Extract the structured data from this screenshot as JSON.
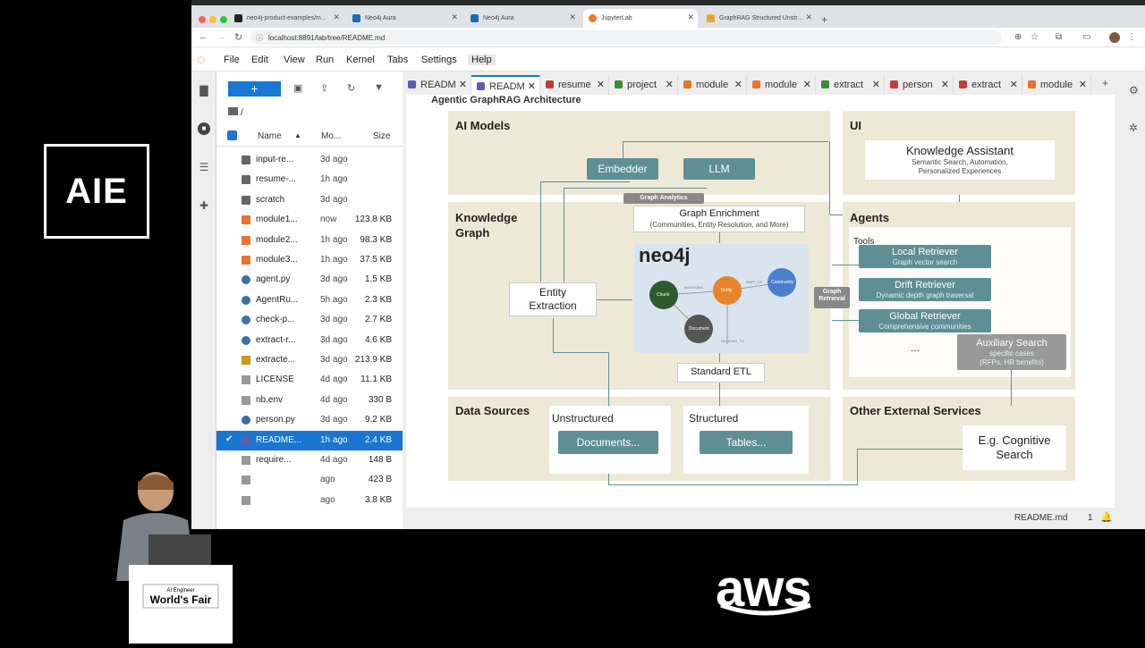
{
  "logo": {
    "text": "AIE"
  },
  "aws": {
    "text": "aws"
  },
  "podium": {
    "line1": "AI Engineer",
    "line2": "World's Fair"
  },
  "browser": {
    "tabs": [
      {
        "label": "neo4j-product-examples/m..."
      },
      {
        "label": "Neo4j Aura"
      },
      {
        "label": "Neo4j Aura"
      },
      {
        "label": "JupyterLab"
      },
      {
        "label": "GraphRAG Structured Unstr..."
      }
    ],
    "url": "localhost:8891/lab/tree/README.md"
  },
  "jupyter": {
    "menu": [
      "File",
      "Edit",
      "View",
      "Run",
      "Kernel",
      "Tabs",
      "Settings",
      "Help"
    ],
    "crumb": "/",
    "columns": {
      "name": "Name",
      "modified": "Mo...",
      "size": "Size"
    },
    "files": [
      {
        "name": "input-re...",
        "modified": "3d ago",
        "size": "",
        "type": "folder"
      },
      {
        "name": "resume-...",
        "modified": "1h ago",
        "size": "",
        "type": "folder"
      },
      {
        "name": "scratch",
        "modified": "3d ago",
        "size": "",
        "type": "folder"
      },
      {
        "name": "module1...",
        "modified": "now",
        "size": "123.8 KB",
        "type": "nbk"
      },
      {
        "name": "module2...",
        "modified": "1h ago",
        "size": "98.3 KB",
        "type": "nbk"
      },
      {
        "name": "module3...",
        "modified": "1h ago",
        "size": "37.5 KB",
        "type": "nbk"
      },
      {
        "name": "agent.py",
        "modified": "3d ago",
        "size": "1.5 KB",
        "type": "py"
      },
      {
        "name": "AgentRu...",
        "modified": "5h ago",
        "size": "2.3 KB",
        "type": "py"
      },
      {
        "name": "check-p...",
        "modified": "3d ago",
        "size": "2.7 KB",
        "type": "py"
      },
      {
        "name": "extract-r...",
        "modified": "3d ago",
        "size": "4.6 KB",
        "type": "py"
      },
      {
        "name": "extracte...",
        "modified": "3d ago",
        "size": "213.9 KB",
        "type": "json"
      },
      {
        "name": "LICENSE",
        "modified": "4d ago",
        "size": "11.1 KB",
        "type": "txt"
      },
      {
        "name": "nb.env",
        "modified": "4d ago",
        "size": "330 B",
        "type": "txt"
      },
      {
        "name": "person.py",
        "modified": "3d ago",
        "size": "9.2 KB",
        "type": "py"
      },
      {
        "name": "README...",
        "modified": "1h ago",
        "size": "2.4 KB",
        "type": "md",
        "selected": true
      },
      {
        "name": "require...",
        "modified": "4d ago",
        "size": "148 B",
        "type": "txt"
      },
      {
        "name": "",
        "modified": "ago",
        "size": "423 B",
        "type": "txt"
      },
      {
        "name": "",
        "modified": "ago",
        "size": "3.8 KB",
        "type": "txt"
      }
    ],
    "doc_tabs": [
      {
        "label": "READM",
        "type": "md"
      },
      {
        "label": "READM",
        "type": "md",
        "active": true
      },
      {
        "label": "resume",
        "type": "py"
      },
      {
        "label": "project",
        "type": "json"
      },
      {
        "label": "module",
        "type": "nbk"
      },
      {
        "label": "module",
        "type": "nbk"
      },
      {
        "label": "extract",
        "type": "json"
      },
      {
        "label": "person",
        "type": "py"
      },
      {
        "label": "extract",
        "type": "py"
      },
      {
        "label": "module",
        "type": "nbk"
      }
    ],
    "status": {
      "file": "README.md",
      "count": "1"
    }
  },
  "diagram": {
    "title": "Agentic GraphRAG Architecture",
    "ai_models": {
      "title": "AI Models",
      "embedder": "Embedder",
      "llm": "LLM"
    },
    "ui": {
      "title": "UI",
      "assistant": "Knowledge Assistant",
      "assistant_sub1": "Semantic Search, Automation,",
      "assistant_sub2": "Personalized Experiences"
    },
    "kg": {
      "title_line1": "Knowledge",
      "title_line2": "Graph",
      "graph_analytics": "Graph Analytics",
      "enrichment": "Graph Enrichment",
      "enrichment_sub": "(Communities, Entity Resolution, and More)",
      "entity_extraction_line1": "Entity",
      "entity_extraction_line2": "Extraction",
      "neo4j": "neo4j",
      "node_chunk": "Chunk",
      "node_entity": "Entity",
      "node_community": "Community",
      "node_document": "Document",
      "edge_mentions": "MENTIONS",
      "edge_partof": "PART_OF",
      "edge_relatedto": "RELATED_TO",
      "etl": "Standard ETL"
    },
    "agents": {
      "title": "Agents",
      "tools": "Tools",
      "graph_retrieval_line1": "Graph",
      "graph_retrieval_line2": "Retrieval",
      "local": "Local Retriever",
      "local_sub": "Graph vector search",
      "drift": "Drift Retriever",
      "drift_sub": "Dynamic depth graph traversal",
      "global": "Global Retriever",
      "global_sub": "Comprehensive communities",
      "ellipsis": "...",
      "aux": "Auxiliary Search",
      "aux_sub1": "specific cases",
      "aux_sub2": "(RFPs, HR benefits)"
    },
    "data_sources": {
      "title": "Data Sources",
      "unstructured": "Unstructured",
      "documents": "Documents...",
      "structured": "Structured",
      "tables": "Tables..."
    },
    "external": {
      "title": "Other External Services",
      "cognitive_line1": "E.g. Cognitive",
      "cognitive_line2": "Search"
    }
  },
  "colors": {
    "accent": "#1976d2",
    "teal": "#5e8f95",
    "panel": "#eee9d6",
    "neo4j_node_blue": "#4a7fd0",
    "neo4j_node_orange": "#e8842c"
  }
}
